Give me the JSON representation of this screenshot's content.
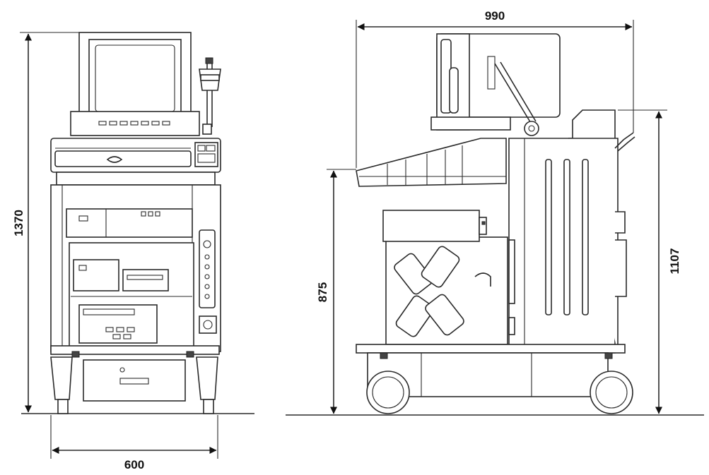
{
  "dimensions": {
    "front_height": "1370",
    "front_width": "600",
    "side_depth": "990",
    "side_table_height": "875",
    "side_top_height": "1107"
  },
  "colors": {
    "line": "#2a2a2a",
    "text": "#111111",
    "background": "#ffffff"
  }
}
